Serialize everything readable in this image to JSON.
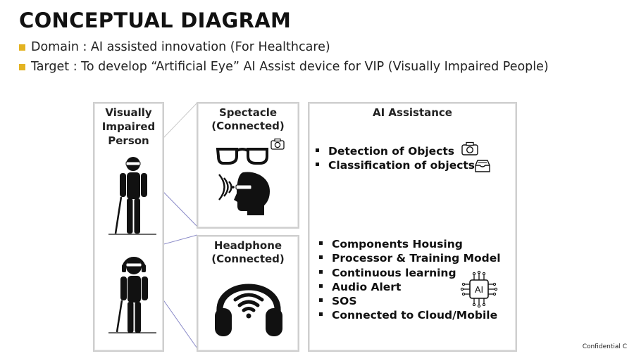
{
  "title": "CONCEPTUAL DIAGRAM",
  "bullets": [
    "Domain : AI assisted innovation (For Healthcare)",
    "Target : To develop “Artificial Eye” AI Assist device for VIP (Visually Impaired People)"
  ],
  "colors": {
    "bullet_square": "#e3b321",
    "box_border": "#cfcfcf"
  },
  "person_box": {
    "title": "Visually Impaired Person"
  },
  "spectacle_box": {
    "title_line1": "Spectacle",
    "title_line2": "(Connected)"
  },
  "headphone_box": {
    "title_line1": "Headphone",
    "title_line2": "(Connected)"
  },
  "ai_box": {
    "title": "AI Assistance",
    "top_items": [
      "Detection of Objects",
      "Classification of objects"
    ],
    "bottom_items": [
      "Components Housing",
      "Processor & Training Model",
      "Continuous learning",
      "Audio Alert",
      "SOS",
      "Connected to Cloud/Mobile"
    ],
    "chip_label": "AI"
  },
  "icons": [
    "camera-icon",
    "glasses-icon",
    "head-audio-icon",
    "tray-icon",
    "headphones-icon",
    "ai-chip-icon",
    "person-with-cane-icon"
  ],
  "footer": "Confidential C"
}
